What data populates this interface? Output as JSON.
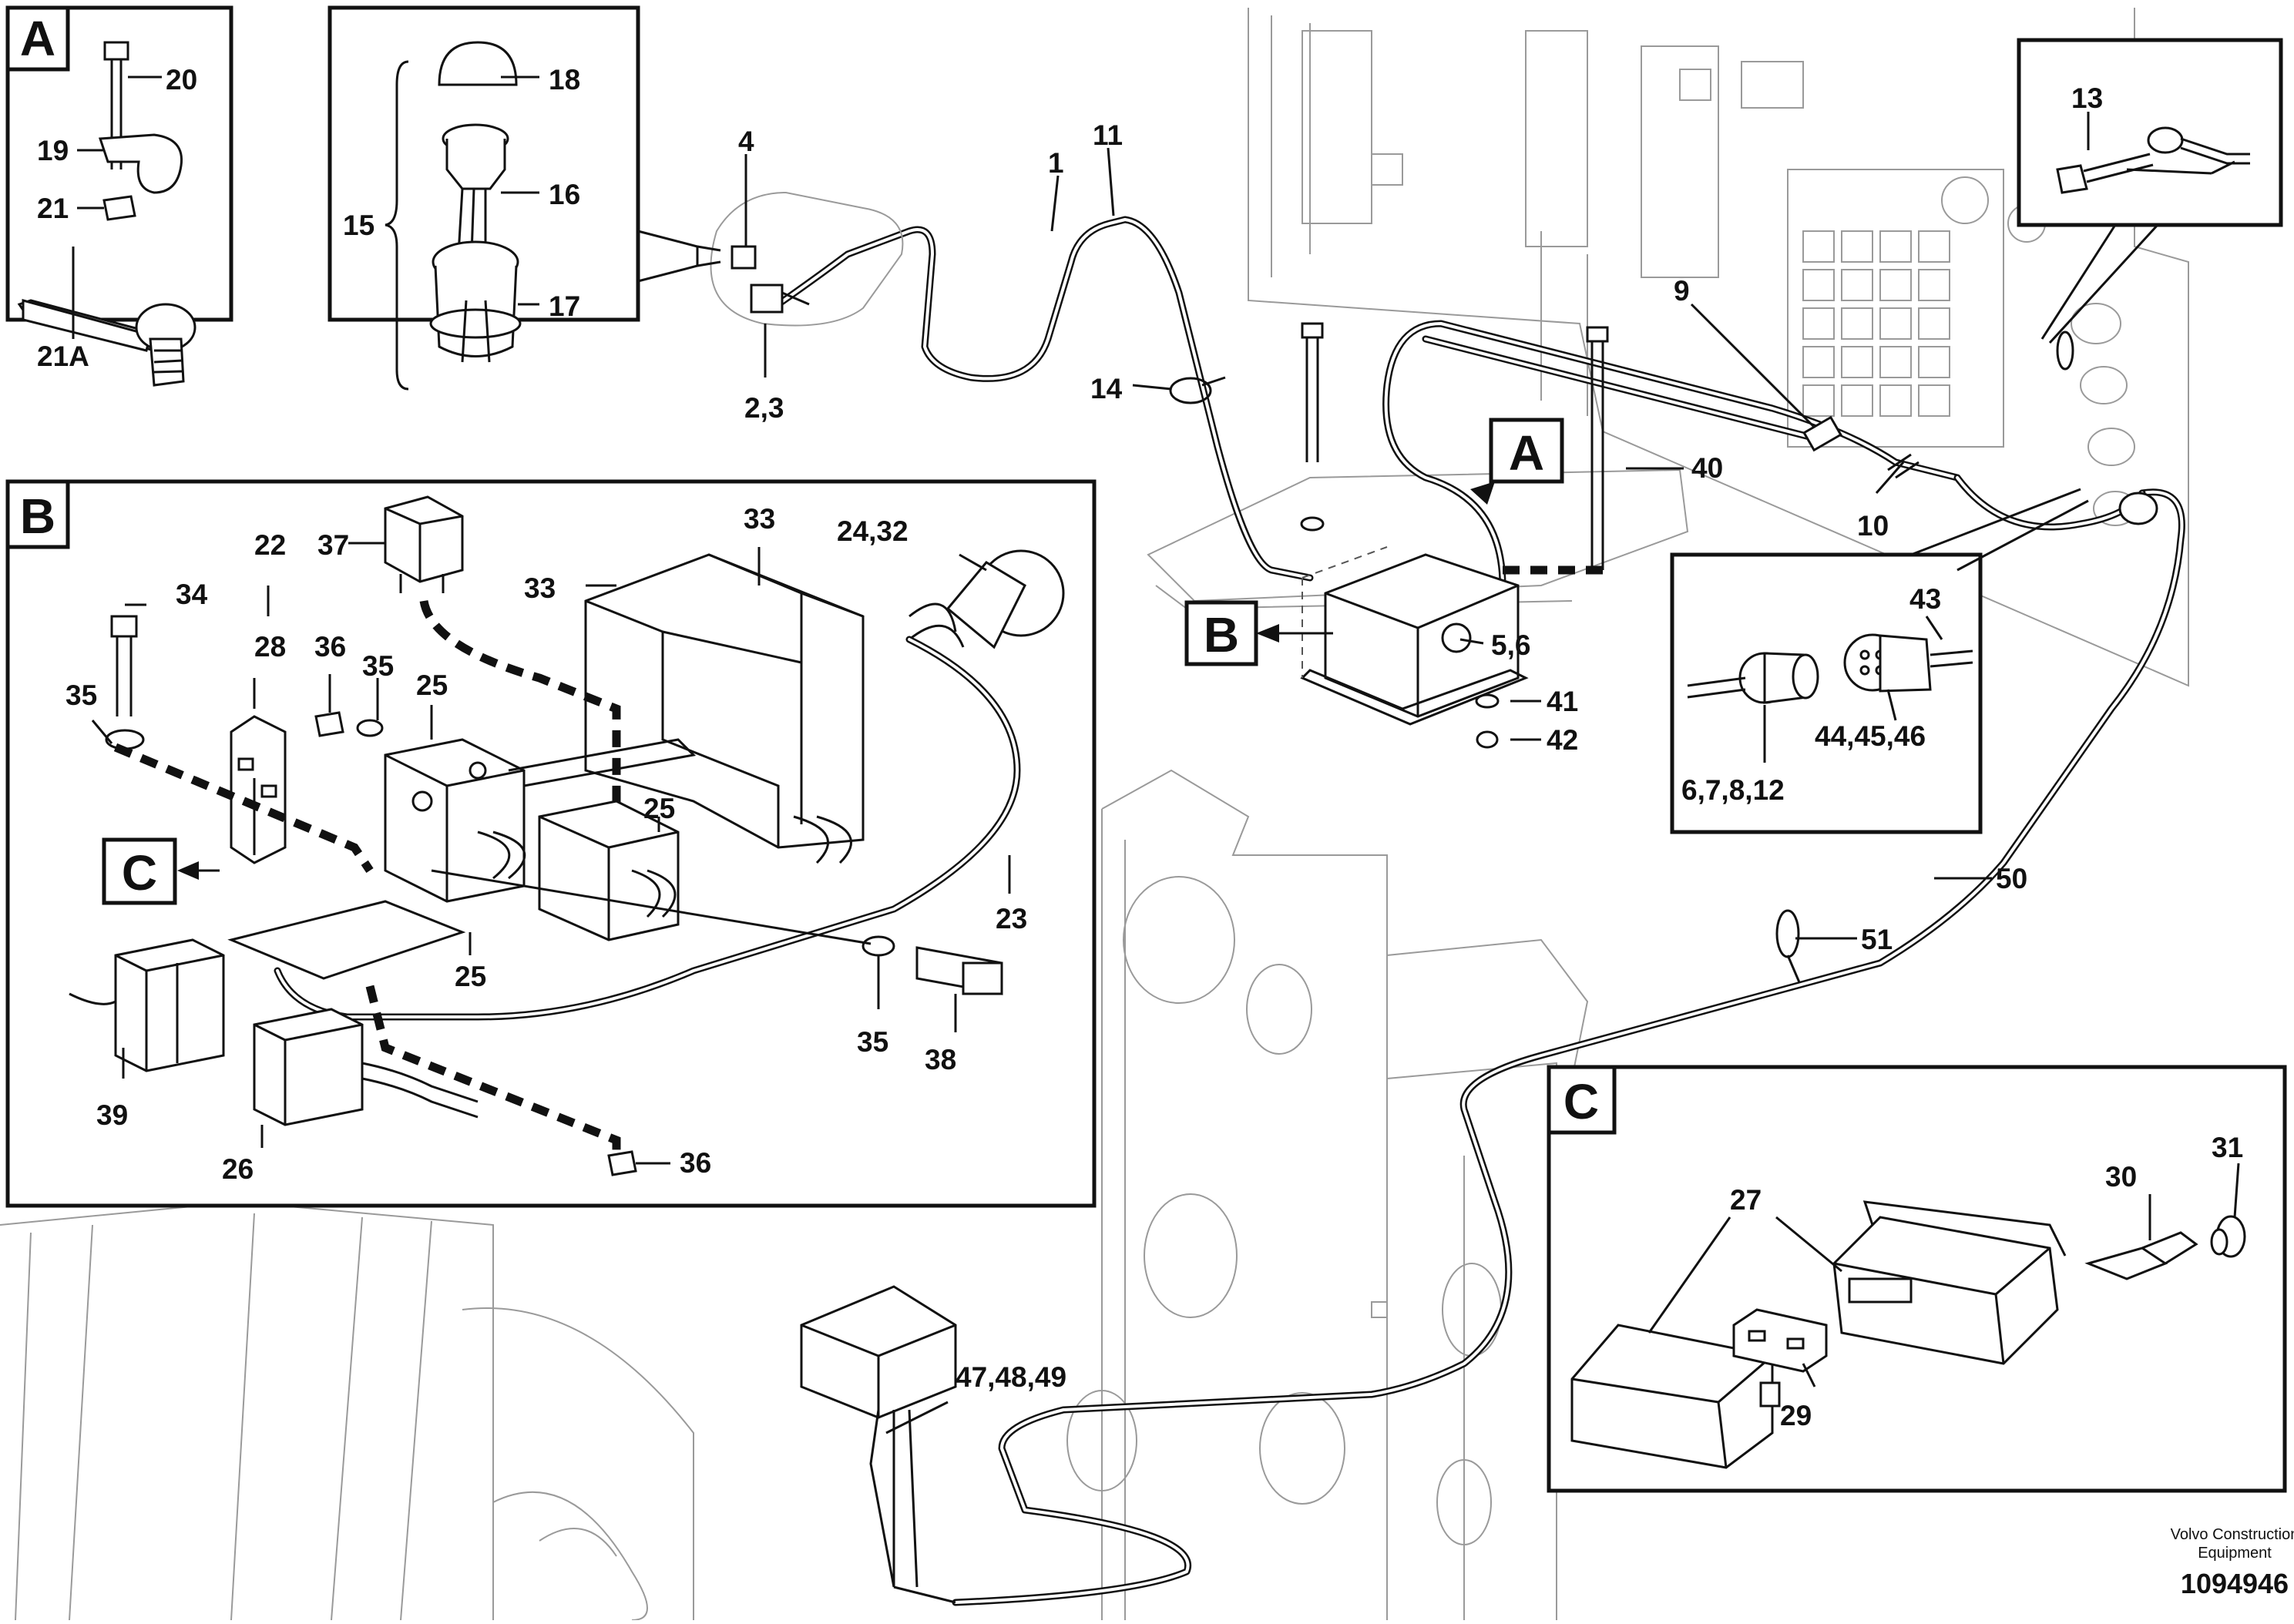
{
  "labels": {
    "p1": "1",
    "p2_3": "2,3",
    "p4": "4",
    "p5_6": "5,6",
    "p6_7_8_12": "6,7,8,12",
    "p9": "9",
    "p10": "10",
    "p11": "11",
    "p13": "13",
    "p14": "14",
    "p15": "15",
    "p16": "16",
    "p17": "17",
    "p18": "18",
    "p19": "19",
    "p20": "20",
    "p21": "21",
    "p21a": "21A",
    "p22": "22",
    "p23": "23",
    "p24_32": "24,32",
    "p25a": "25",
    "p25b": "25",
    "p25c": "25",
    "p26": "26",
    "p27": "27",
    "p28": "28",
    "p29": "29",
    "p30": "30",
    "p31": "31",
    "p33a": "33",
    "p33b": "33",
    "p34": "34",
    "p35a": "35",
    "p35b": "35",
    "p35c": "35",
    "p36a": "36",
    "p36b": "36",
    "p37": "37",
    "p38": "38",
    "p39": "39",
    "p40": "40",
    "p41": "41",
    "p42": "42",
    "p43": "43",
    "p44_45_46": "44,45,46",
    "p47_48_49": "47,48,49",
    "p50": "50",
    "p51": "51"
  },
  "details": {
    "a_inset": "A",
    "b_inset": "B",
    "c_inset": "C",
    "a_callout": "A",
    "b_callout": "B",
    "c_callout": "C"
  },
  "footer": {
    "company_line1": "Volvo Construction",
    "company_line2": "Equipment",
    "drawing_number": "1094946"
  }
}
